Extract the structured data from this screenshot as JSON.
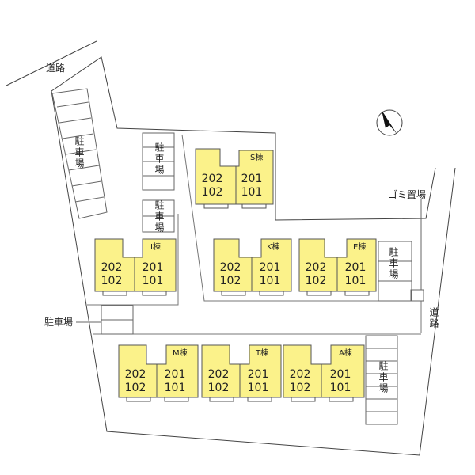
{
  "labels": {
    "road_top": "道路",
    "road_right": "道路",
    "trash": "ゴミ置場"
  },
  "parking": [
    {
      "id": "top-left",
      "text": "駐車場"
    },
    {
      "id": "center-top",
      "text": "駐車場"
    },
    {
      "id": "center-mid",
      "text": "駐車場"
    },
    {
      "id": "right-mid",
      "text": "駐車場"
    },
    {
      "id": "left-bottom",
      "text": "駐車場"
    },
    {
      "id": "right-bottom",
      "text": "駐車場"
    }
  ],
  "buildings": [
    {
      "name": "S棟",
      "rooms": [
        "202",
        "102",
        "201",
        "101"
      ]
    },
    {
      "name": "I棟",
      "rooms": [
        "202",
        "102",
        "201",
        "101"
      ]
    },
    {
      "name": "K棟",
      "rooms": [
        "202",
        "102",
        "201",
        "101"
      ]
    },
    {
      "name": "E棟",
      "rooms": [
        "202",
        "102",
        "201",
        "101"
      ]
    },
    {
      "name": "M棟",
      "rooms": [
        "202",
        "102",
        "201",
        "101"
      ]
    },
    {
      "name": "T棟",
      "rooms": [
        "202",
        "102",
        "201",
        "101"
      ]
    },
    {
      "name": "A棟",
      "rooms": [
        "202",
        "102",
        "201",
        "101"
      ]
    }
  ],
  "compass": {
    "icon": "north-arrow-icon"
  },
  "colors": {
    "building": "#fbf28a",
    "line": "#555555"
  }
}
